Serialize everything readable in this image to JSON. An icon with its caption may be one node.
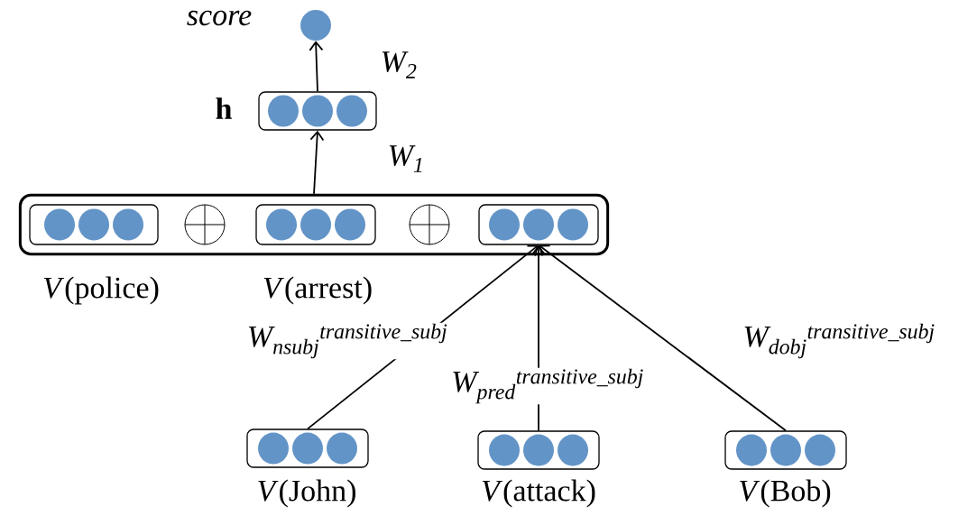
{
  "diagram": {
    "nodes": [
      {
        "text": [],
        "shape": "circle",
        "beside": [
          "score"
        ]
      },
      {
        "text": [],
        "shape": "box",
        "beside": [
          "h"
        ]
      },
      {
        "text": [],
        "shape": "box"
      },
      {
        "text": [],
        "shape": "box",
        "in": 2,
        "beside": [
          "*V*(police)"
        ]
      },
      {
        "text": [],
        "shape": "circle",
        "in": 2
      },
      {
        "text": [],
        "shape": "box",
        "in": 2,
        "beside": [
          "*V*(arrest)"
        ]
      },
      {
        "text": [],
        "shape": "circle",
        "in": 2
      },
      {
        "text": [],
        "shape": "box",
        "in": 2
      },
      {
        "text": [],
        "shape": "box",
        "beside": [
          "*V*(John)"
        ]
      },
      {
        "text": [],
        "shape": "box",
        "beside": [
          "*V*(attack)"
        ]
      },
      {
        "text": [],
        "shape": "box",
        "beside": [
          "*V*(Bob)"
        ]
      }
    ],
    "edges": [
      {
        "from": 1,
        "to": 0,
        "arrow": "to",
        "label": "*W*$_{2}$"
      },
      {
        "from": 2,
        "to": 1,
        "arrow": "to",
        "label": "*W*$_{1}$"
      },
      {
        "from": 8,
        "to": 7,
        "arrow": "to",
        "label": "W$_{nsubj}$$^{transitive_subj}$"
      },
      {
        "from": 9,
        "to": 7,
        "arrow": "to",
        "label": "W$_{pred}$$^{transitive_subj}$"
      },
      {
        "from": 10,
        "to": 7,
        "arrow": "to",
        "label": "W$_{dobj}$$^{transitive_subj}$"
      }
    ]
  }
}
